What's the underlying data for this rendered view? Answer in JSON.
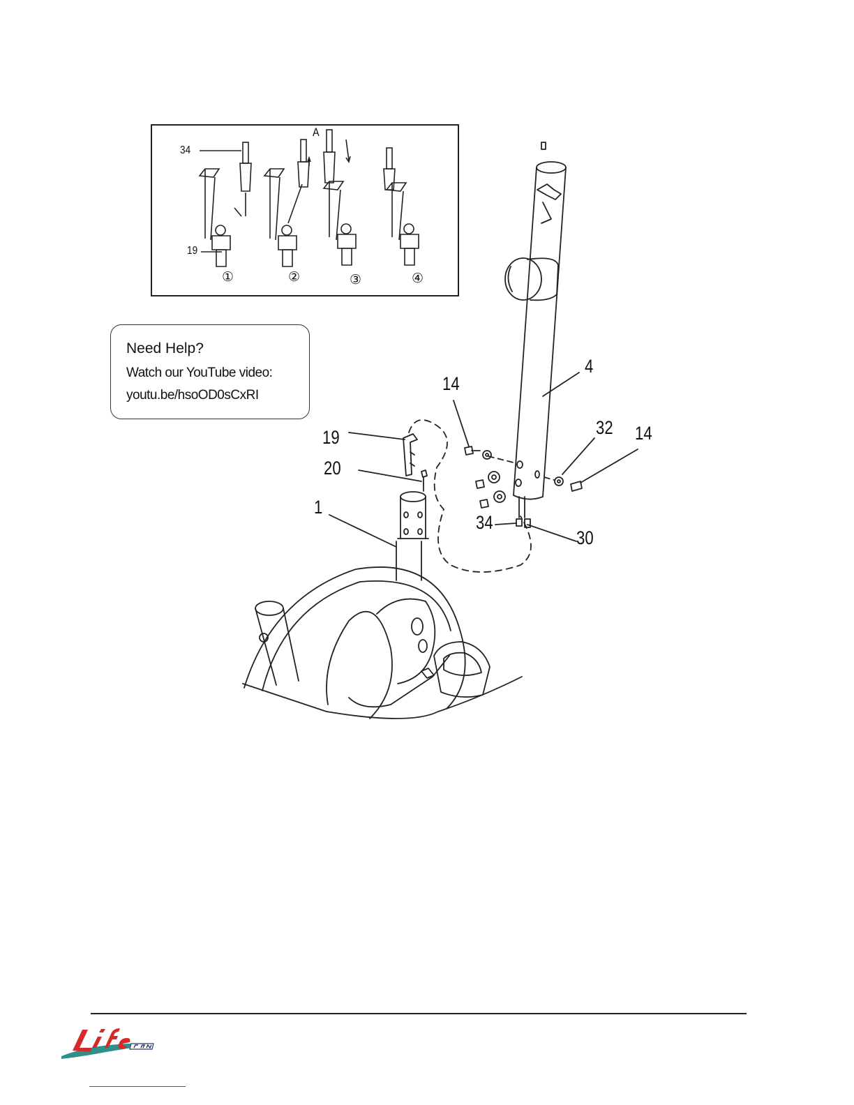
{
  "inset": {
    "marker": "A",
    "labels": {
      "top_part": "34",
      "bottom_part": "19"
    },
    "steps": [
      "①",
      "②",
      "③",
      "④"
    ]
  },
  "help": {
    "title": "Need Help?",
    "line1": "Watch our YouTube video:",
    "line2": "youtu.be/hsoOD0sCxRI"
  },
  "callouts": {
    "handlebar_post": "4",
    "bolt_left": "14",
    "washer": "32",
    "bolt_right": "14",
    "cable_clip": "19",
    "cable_connector": "20",
    "frame": "1",
    "cable_end": "34",
    "sensor_wire": "30"
  },
  "colors": {
    "line": "#222222",
    "logo_red": "#d52a2a",
    "logo_teal": "#2f8f8a",
    "link_blue": "#2d4fd6"
  }
}
